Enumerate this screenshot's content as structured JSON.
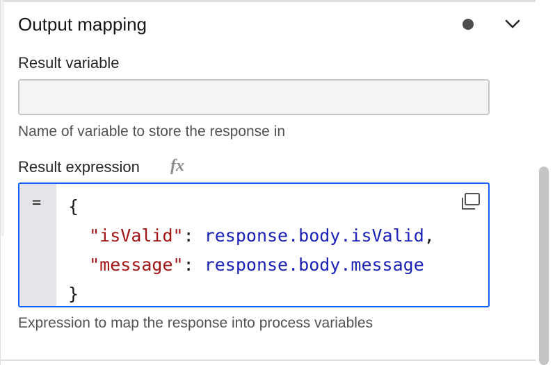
{
  "section": {
    "title": "Output mapping"
  },
  "result_variable": {
    "label": "Result variable",
    "value": "",
    "helper": "Name of variable to store the response in"
  },
  "result_expression": {
    "label": "Result expression",
    "fx_label": "fx",
    "prefix": "=",
    "code_lines": [
      {
        "open": "{"
      },
      {
        "key": "\"isValid\"",
        "sep": ": ",
        "value": "response.body.isValid",
        "trail": ","
      },
      {
        "key": "\"message\"",
        "sep": ": ",
        "value": "response.body.message",
        "trail": ""
      },
      {
        "close": "}"
      }
    ],
    "helper": "Expression to map the response into process variables"
  },
  "colors": {
    "accent_border": "#0f62fe",
    "string": "#a31515",
    "identifier": "#1b22b8",
    "indicator_dot": "#4d4d4d"
  },
  "icons": {
    "collapse": "chevron-down-icon",
    "open_editor": "copy-expand-icon",
    "feel": "fx-icon"
  }
}
